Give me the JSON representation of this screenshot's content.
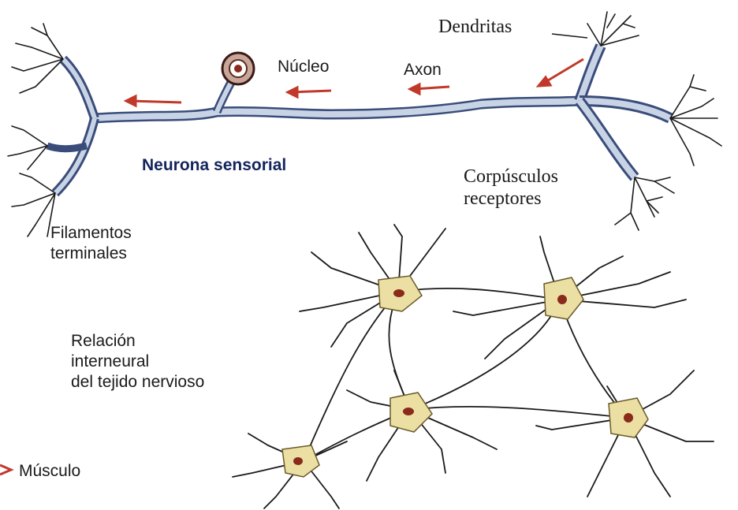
{
  "labels": {
    "dendritas": "Dendritas",
    "nucleo": "Núcleo",
    "axon": "Axon",
    "neurona_sensorial": "Neurona sensorial",
    "corpusculos": [
      "Corpúsculos",
      "receptores"
    ],
    "filamentos": [
      "Filamentos",
      "terminales"
    ],
    "relacion": [
      "Relación",
      "interneural",
      "del tejido nervioso"
    ],
    "musculo": "Músculo"
  },
  "colors": {
    "axon_fill": "#c8d4e6",
    "axon_stroke": "#3a4c7a",
    "cell_body": "#ecdfa4",
    "nucleus": "#8a2a1a",
    "arrow": "#c0392b",
    "ink": "#1a1a1a"
  }
}
